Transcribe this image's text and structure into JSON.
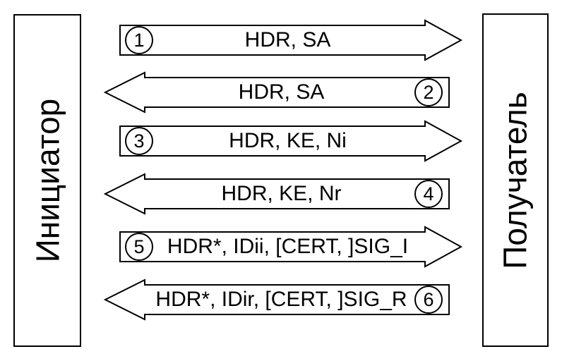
{
  "diagram": {
    "title_hint": "protocol-message-exchange",
    "colors": {
      "stroke": "#000000",
      "fill": "#ffffff",
      "text": "#000000"
    },
    "actors": {
      "left": "Инициатор",
      "right": "Получатель"
    },
    "messages": [
      {
        "num": "1",
        "label": "HDR, SA",
        "direction": "right"
      },
      {
        "num": "2",
        "label": "HDR, SA",
        "direction": "left"
      },
      {
        "num": "3",
        "label": "HDR, KE, Ni",
        "direction": "right"
      },
      {
        "num": "4",
        "label": "HDR, KE, Nr",
        "direction": "left"
      },
      {
        "num": "5",
        "label": "HDR*, IDii, [CERT, ]SIG_I",
        "direction": "right"
      },
      {
        "num": "6",
        "label": "HDR*, IDir, [CERT, ]SIG_R",
        "direction": "left"
      }
    ]
  }
}
